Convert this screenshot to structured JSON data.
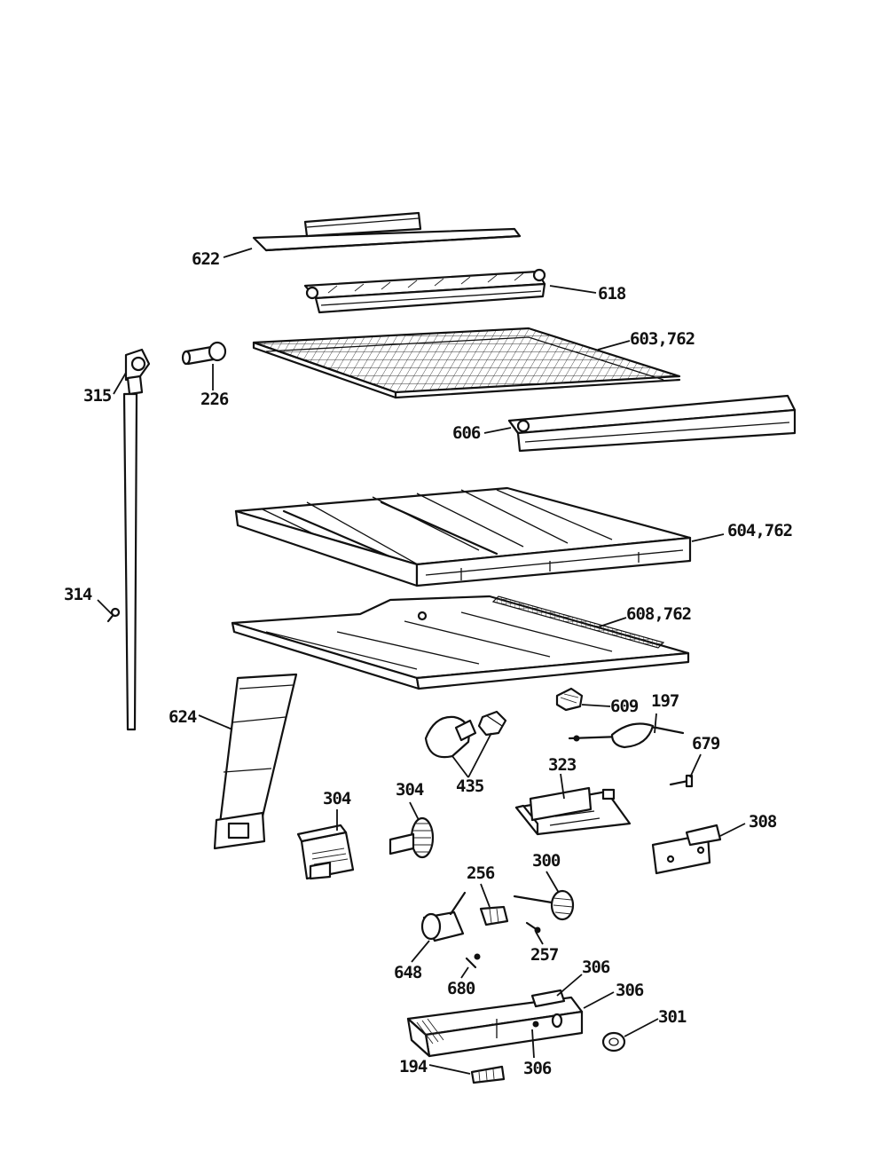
{
  "callouts": {
    "c622": "622",
    "c618": "618",
    "c603": "603,762",
    "c315": "315",
    "c226": "226",
    "c606": "606",
    "c604": "604,762",
    "c314": "314",
    "c608": "608,762",
    "c609": "609",
    "c197": "197",
    "c624": "624",
    "c679": "679",
    "c323": "323",
    "c435": "435",
    "c304a": "304",
    "c304b": "304",
    "c308": "308",
    "c256": "256",
    "c300": "300",
    "c257": "257",
    "c648": "648",
    "c680": "680",
    "c306a": "306",
    "c306b": "306",
    "c301": "301",
    "c194": "194",
    "c306c": "306"
  }
}
